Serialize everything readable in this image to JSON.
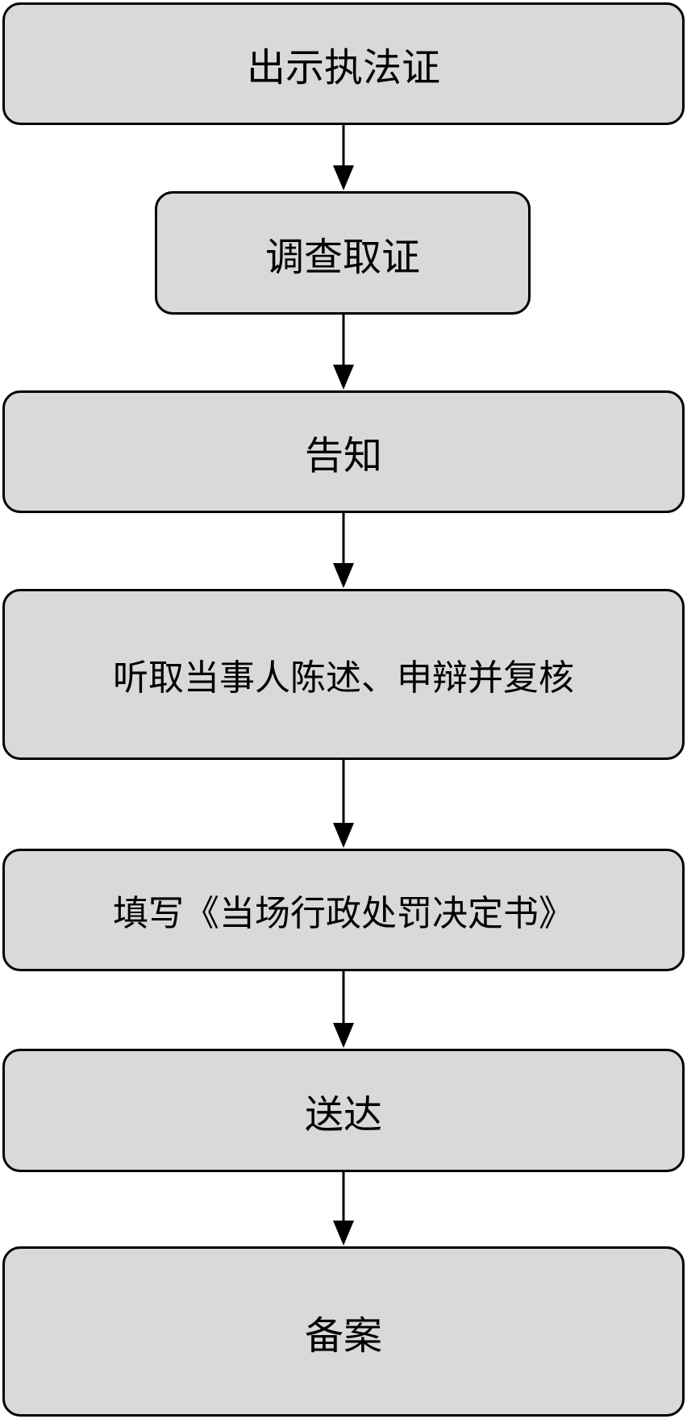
{
  "flowchart": {
    "steps": [
      {
        "label": "出示执法证"
      },
      {
        "label": "调查取证"
      },
      {
        "label": "告知"
      },
      {
        "label": "听取当事人陈述、申辩并复核"
      },
      {
        "label": "填写《当场行政处罚决定书》"
      },
      {
        "label": "送达"
      },
      {
        "label": "备案"
      }
    ],
    "colors": {
      "box_fill": "#d9d9d9",
      "box_border": "#000000",
      "arrow": "#000000",
      "text": "#000000"
    }
  }
}
